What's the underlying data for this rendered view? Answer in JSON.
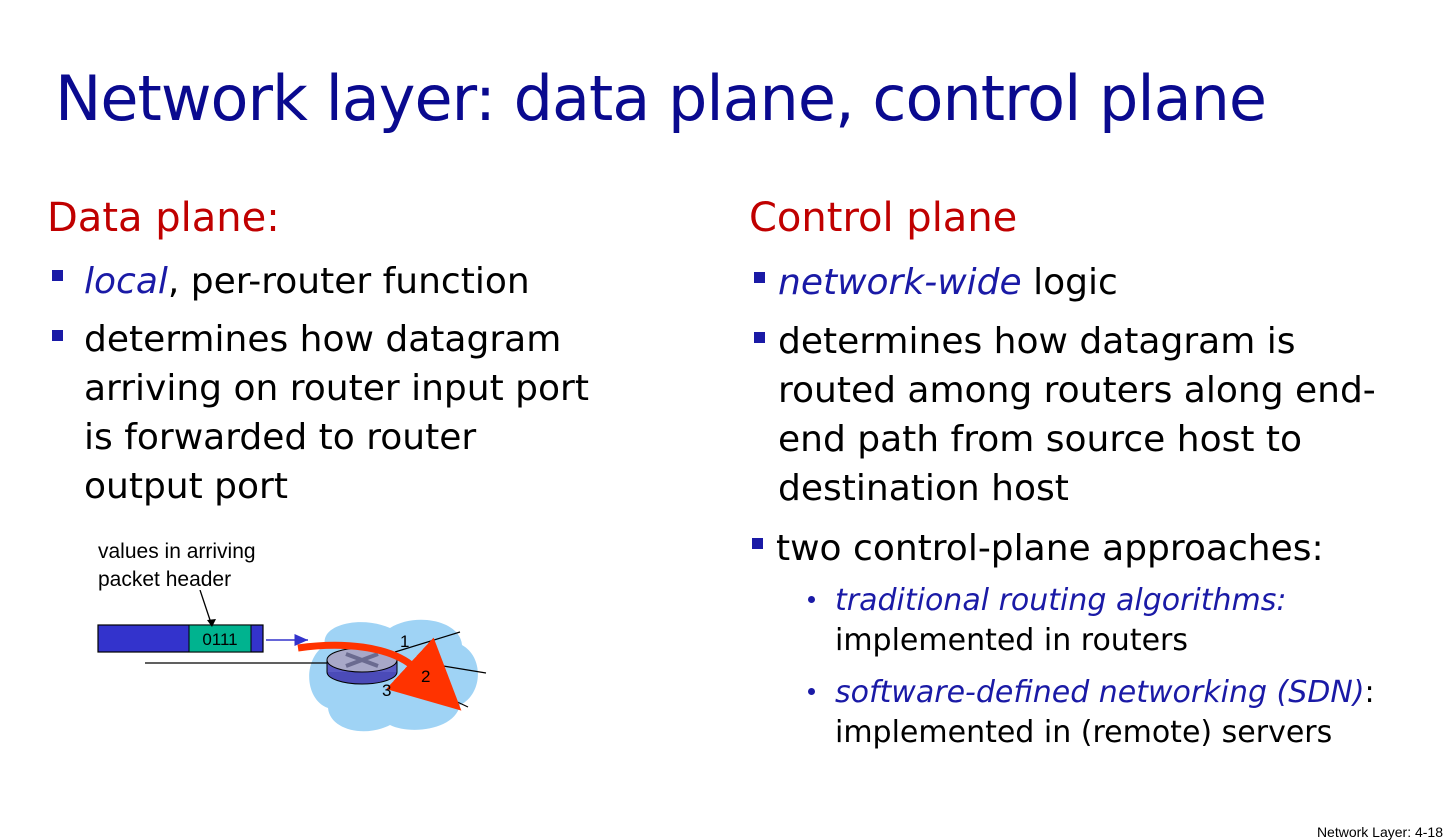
{
  "title": "Network layer: data plane, control plane",
  "data_plane": {
    "heading": "Data plane:",
    "bullets": [
      {
        "em": "local",
        "rest": ", per-router function"
      },
      {
        "lines": [
          "determines how datagram",
          "arriving on router input port",
          "is forwarded to router",
          "output port"
        ]
      }
    ],
    "figure": {
      "label_lines": [
        "values in arriving",
        "packet header"
      ],
      "header_value": "0111",
      "ports": [
        "1",
        "2",
        "3"
      ]
    }
  },
  "control_plane": {
    "heading": "Control plane",
    "bullets": [
      {
        "em": "network-wide",
        "rest": " logic"
      },
      {
        "lines": [
          "determines how datagram is",
          "routed among routers along end-",
          "end path from source host to",
          "destination host"
        ]
      },
      {
        "text": "two control-plane approaches:"
      }
    ],
    "sub_bullets": [
      {
        "em": "traditional routing algorithms:",
        "rest": "",
        "line2": "implemented in routers"
      },
      {
        "em": "software-defined networking (SDN)",
        "rest": ":",
        "line2": "implemented in (remote) servers"
      }
    ]
  },
  "footer": "Network Layer: 4-18",
  "colors": {
    "title": "#0a0a8f",
    "heading": "#c00000",
    "emphasis": "#1a1aa6",
    "packet": "#3333cc",
    "header_field": "#00b38f",
    "arrow": "#ff3300",
    "cloud": "#9fd3f5"
  }
}
